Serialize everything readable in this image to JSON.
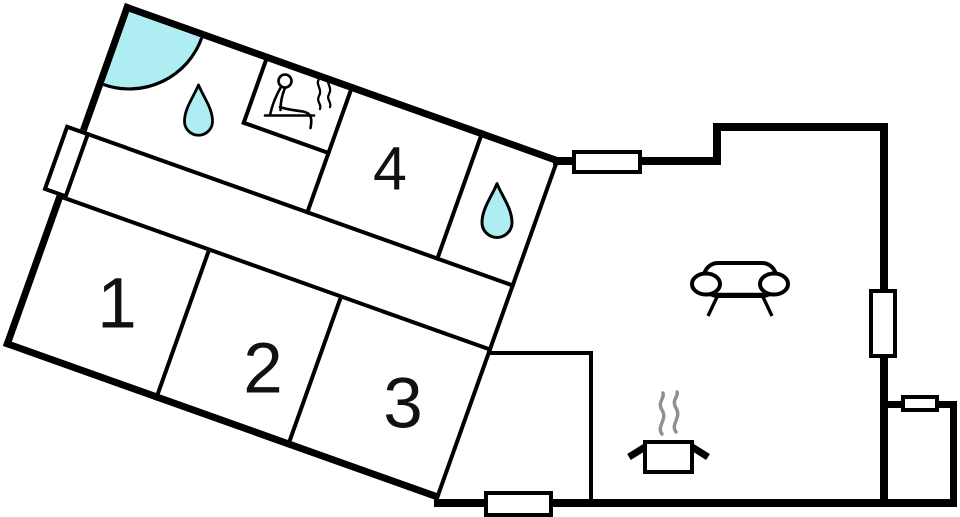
{
  "plan": {
    "title": "holiday-home-floor-plan",
    "rooms": [
      {
        "id": "bedroom-1",
        "label": "1"
      },
      {
        "id": "bedroom-2",
        "label": "2"
      },
      {
        "id": "bedroom-3",
        "label": "3"
      },
      {
        "id": "bedroom-4",
        "label": "4"
      }
    ],
    "features": [
      {
        "id": "corner-shower",
        "icon": "shower-corner-icon",
        "room": "bathroom-main"
      },
      {
        "id": "water-drop-main",
        "icon": "water-drop-icon",
        "room": "bathroom-main"
      },
      {
        "id": "water-drop-second",
        "icon": "water-drop-icon",
        "room": "bathroom-second"
      },
      {
        "id": "sauna-seat",
        "icon": "sauna-person-icon",
        "room": "sauna-room"
      },
      {
        "id": "sofa",
        "icon": "sofa-icon",
        "room": "living-area"
      },
      {
        "id": "cooking-pot",
        "icon": "cooking-pot-icon",
        "room": "kitchen-area"
      }
    ],
    "window_count": 5,
    "colors": {
      "wall": "#000000",
      "water": "#aeeef2",
      "steam_gray": "#8f8f8f",
      "background": "#ffffff"
    }
  }
}
